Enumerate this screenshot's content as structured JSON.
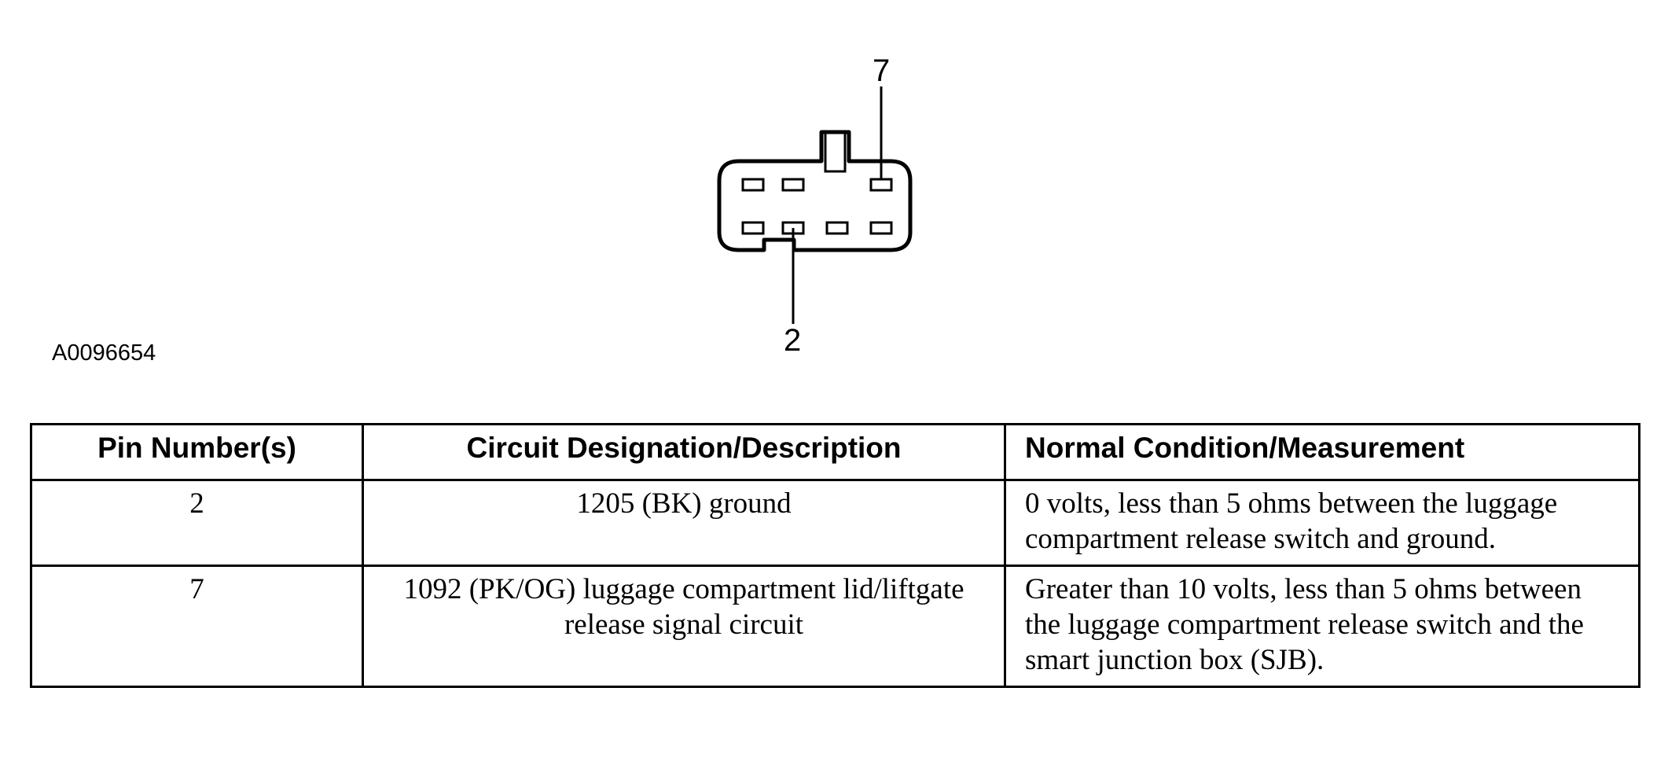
{
  "figure": {
    "id": "A0096654",
    "pin_labels": {
      "top": "7",
      "bottom": "2"
    }
  },
  "table": {
    "headers": {
      "pin": "Pin Number(s)",
      "circuit": "Circuit Designation/Description",
      "normal": "Normal Condition/Measurement"
    },
    "rows": [
      {
        "pin": "2",
        "circuit": "1205 (BK) ground",
        "normal": "0 volts, less than 5 ohms between the luggage compartment release switch and ground."
      },
      {
        "pin": "7",
        "circuit": "1092 (PK/OG) luggage compartment lid/liftgate release signal circuit",
        "normal": "Greater than 10 volts, less than 5 ohms between the luggage compartment release switch and the smart junction box (SJB)."
      }
    ]
  }
}
